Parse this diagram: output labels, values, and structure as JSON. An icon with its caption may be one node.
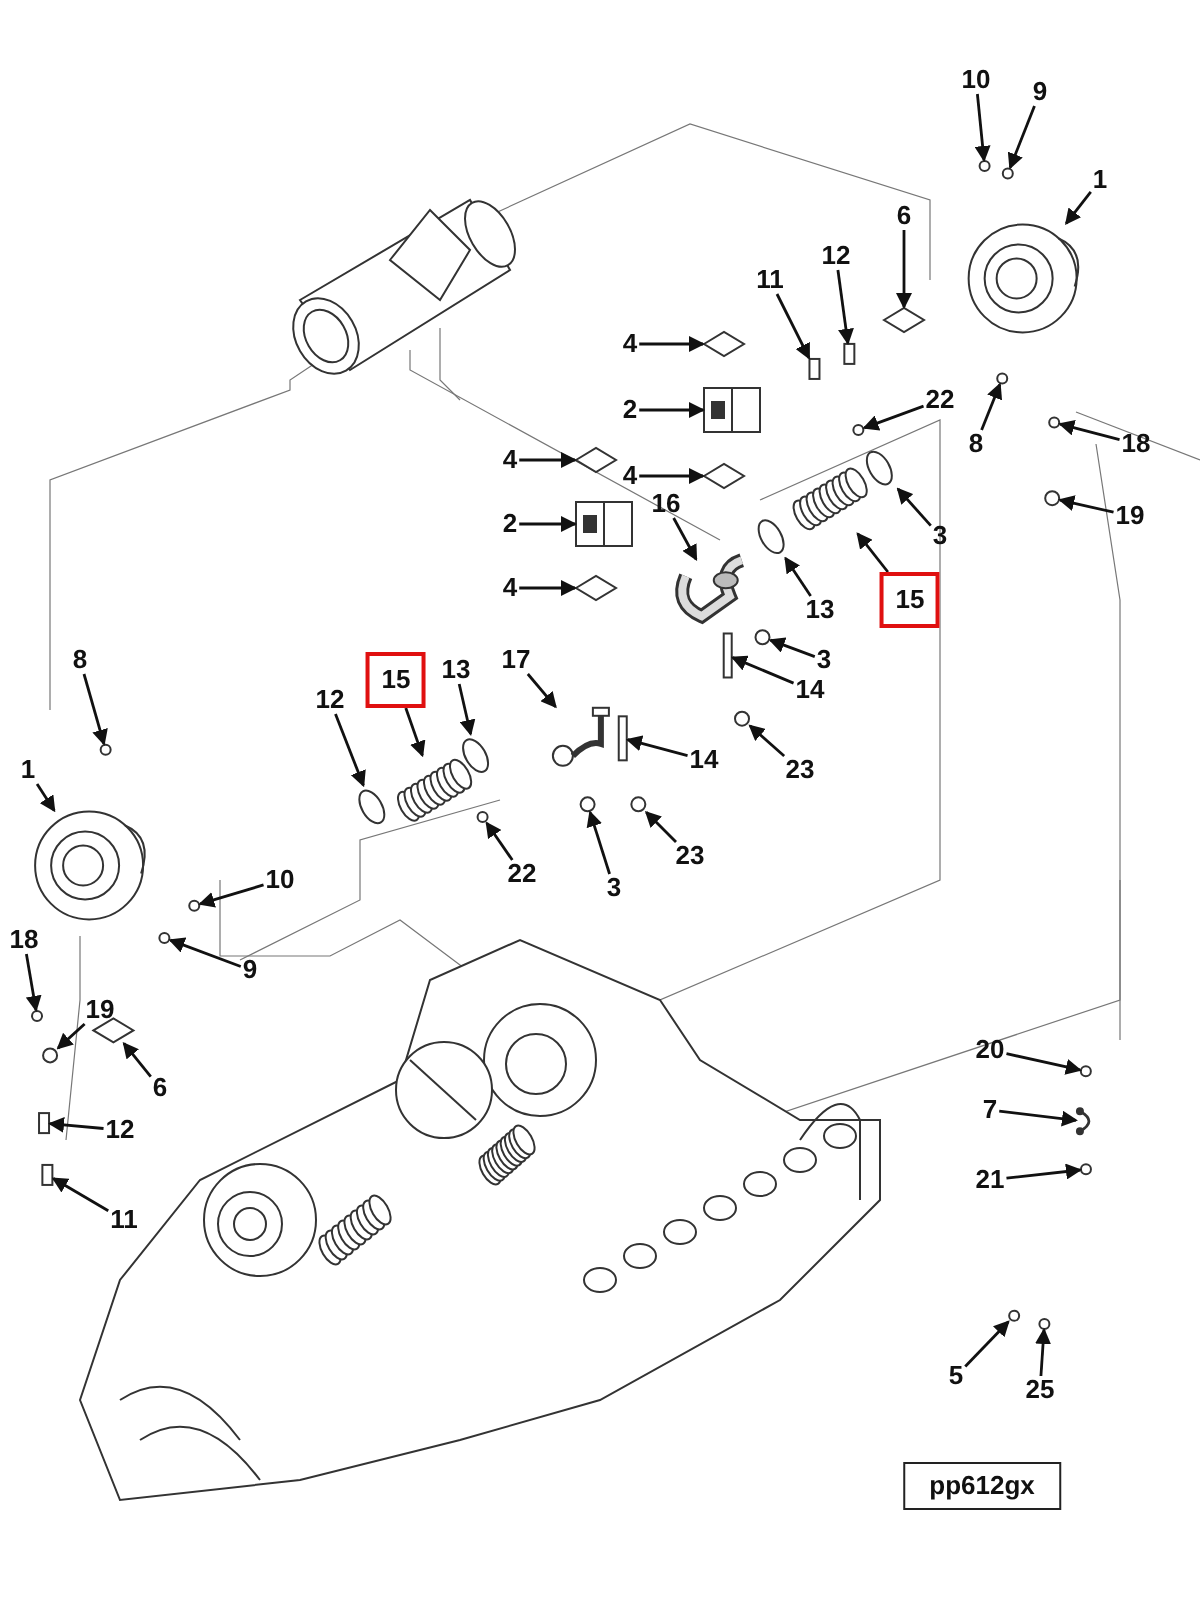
{
  "diagram": {
    "nodes": [
      {
        "text": [
          "10"
        ]
      },
      {
        "text": [
          "9"
        ]
      },
      {
        "text": [
          "1"
        ]
      },
      {
        "text": [
          "6"
        ]
      },
      {
        "text": [
          "11"
        ]
      },
      {
        "text": [
          "12"
        ]
      },
      {
        "text": [
          "8"
        ]
      },
      {
        "text": [
          "22"
        ]
      },
      {
        "text": [
          "18"
        ]
      },
      {
        "text": [
          "19"
        ]
      },
      {
        "text": [
          "4"
        ]
      },
      {
        "text": [
          "2"
        ]
      },
      {
        "text": [
          "4"
        ]
      },
      {
        "text": [
          "16"
        ]
      },
      {
        "text": [
          "15"
        ]
      },
      {
        "text": [
          "3"
        ]
      },
      {
        "text": [
          "13"
        ]
      },
      {
        "text": [
          "3"
        ]
      },
      {
        "text": [
          "14"
        ]
      },
      {
        "text": [
          "23"
        ]
      },
      {
        "text": [
          "4"
        ]
      },
      {
        "text": [
          "2"
        ]
      },
      {
        "text": [
          "4"
        ]
      },
      {
        "text": [
          "17"
        ]
      },
      {
        "text": [
          "13"
        ]
      },
      {
        "text": [
          "15"
        ]
      },
      {
        "text": [
          "12"
        ]
      },
      {
        "text": [
          "14"
        ]
      },
      {
        "text": [
          "23"
        ]
      },
      {
        "text": [
          "22"
        ]
      },
      {
        "text": [
          "3"
        ]
      },
      {
        "text": [
          "8"
        ]
      },
      {
        "text": [
          "1"
        ]
      },
      {
        "text": [
          "18"
        ]
      },
      {
        "text": [
          "19"
        ]
      },
      {
        "text": [
          "10"
        ]
      },
      {
        "text": [
          "9"
        ]
      },
      {
        "text": [
          "6"
        ]
      },
      {
        "text": [
          "12"
        ]
      },
      {
        "text": [
          "11"
        ]
      },
      {
        "text": [
          "20"
        ]
      },
      {
        "text": [
          "7"
        ]
      },
      {
        "text": [
          "21"
        ]
      },
      {
        "text": [
          "5"
        ]
      },
      {
        "text": [
          "25"
        ]
      },
      {
        "text": [
          "pp612gx"
        ]
      },
      {
        "text": [],
        "shape": "circle"
      },
      {
        "text": [],
        "shape": "circle"
      },
      {
        "text": [],
        "shape": "picture"
      },
      {
        "text": [],
        "shape": "diamond"
      },
      {
        "text": [],
        "shape": "bar"
      },
      {
        "text": [],
        "shape": "bar"
      },
      {
        "text": [],
        "shape": "circle"
      },
      {
        "text": [],
        "shape": "circle"
      },
      {
        "text": [],
        "shape": "circle"
      },
      {
        "text": [],
        "shape": "circle"
      },
      {
        "text": [],
        "shape": "diamond"
      },
      {
        "text": [],
        "shape": "box"
      },
      {
        "text": [],
        "shape": "diamond"
      },
      {
        "text": [],
        "shape": "pipe"
      },
      {
        "text": [],
        "shape": "picture"
      },
      {
        "text": [],
        "shape": "circle"
      },
      {
        "text": [],
        "shape": "circle"
      },
      {
        "text": [],
        "shape": "circle"
      },
      {
        "text": [],
        "shape": "bar"
      },
      {
        "text": [],
        "shape": "circle"
      },
      {
        "text": [],
        "shape": "diamond"
      },
      {
        "text": [],
        "shape": "box"
      },
      {
        "text": [],
        "shape": "diamond"
      },
      {
        "text": [],
        "shape": "pipe"
      },
      {
        "text": [],
        "shape": "circle"
      },
      {
        "text": [],
        "shape": "picture"
      },
      {
        "text": [],
        "shape": "circle"
      },
      {
        "text": [],
        "shape": "bar"
      },
      {
        "text": [],
        "shape": "circle"
      },
      {
        "text": [],
        "shape": "circle"
      },
      {
        "text": [],
        "shape": "circle"
      },
      {
        "text": [],
        "shape": "circle"
      },
      {
        "text": [],
        "shape": "picture"
      },
      {
        "text": [],
        "shape": "circle"
      },
      {
        "text": [],
        "shape": "circle"
      },
      {
        "text": [],
        "shape": "circle"
      },
      {
        "text": [],
        "shape": "circle"
      },
      {
        "text": [],
        "shape": "diamond"
      },
      {
        "text": [],
        "shape": "bar"
      },
      {
        "text": [],
        "shape": "bar"
      },
      {
        "text": [],
        "shape": "circle"
      },
      {
        "text": [],
        "shape": "picture"
      },
      {
        "text": [],
        "shape": "circle"
      },
      {
        "text": [],
        "shape": "circle"
      },
      {
        "text": [],
        "shape": "circle"
      }
    ],
    "edges": [
      {
        "from": 0,
        "to": 46,
        "arrow": "to"
      },
      {
        "from": 1,
        "to": 47,
        "arrow": "to"
      },
      {
        "from": 2,
        "to": 48,
        "arrow": "to"
      },
      {
        "from": 3,
        "to": 49,
        "arrow": "to"
      },
      {
        "from": 4,
        "to": 50,
        "arrow": "to"
      },
      {
        "from": 5,
        "to": 51,
        "arrow": "to"
      },
      {
        "from": 6,
        "to": 52,
        "arrow": "to"
      },
      {
        "from": 7,
        "to": 53,
        "arrow": "to"
      },
      {
        "from": 8,
        "to": 54,
        "arrow": "to"
      },
      {
        "from": 9,
        "to": 55,
        "arrow": "to"
      },
      {
        "from": 10,
        "to": 56,
        "arrow": "to"
      },
      {
        "from": 11,
        "to": 57,
        "arrow": "to"
      },
      {
        "from": 12,
        "to": 58,
        "arrow": "to"
      },
      {
        "from": 13,
        "to": 59,
        "arrow": "to"
      },
      {
        "from": 14,
        "to": 60,
        "arrow": "to"
      },
      {
        "from": 15,
        "to": 61,
        "arrow": "to"
      },
      {
        "from": 16,
        "to": 62,
        "arrow": "to"
      },
      {
        "from": 17,
        "to": 63,
        "arrow": "to"
      },
      {
        "from": 18,
        "to": 64,
        "arrow": "to"
      },
      {
        "from": 19,
        "to": 65,
        "arrow": "to"
      },
      {
        "from": 20,
        "to": 66,
        "arrow": "to"
      },
      {
        "from": 21,
        "to": 67,
        "arrow": "to"
      },
      {
        "from": 22,
        "to": 68,
        "arrow": "to"
      },
      {
        "from": 23,
        "to": 69,
        "arrow": "to"
      },
      {
        "from": 24,
        "to": 70,
        "arrow": "to"
      },
      {
        "from": 25,
        "to": 71,
        "arrow": "to"
      },
      {
        "from": 26,
        "to": 72,
        "arrow": "to"
      },
      {
        "from": 27,
        "to": 73,
        "arrow": "to"
      },
      {
        "from": 28,
        "to": 74,
        "arrow": "to"
      },
      {
        "from": 29,
        "to": 75,
        "arrow": "to"
      },
      {
        "from": 30,
        "to": 76,
        "arrow": "to"
      },
      {
        "from": 31,
        "to": 77,
        "arrow": "to"
      },
      {
        "from": 32,
        "to": 78,
        "arrow": "to"
      },
      {
        "from": 33,
        "to": 79,
        "arrow": "to"
      },
      {
        "from": 34,
        "to": 80,
        "arrow": "to"
      },
      {
        "from": 35,
        "to": 81,
        "arrow": "to"
      },
      {
        "from": 36,
        "to": 82,
        "arrow": "to"
      },
      {
        "from": 37,
        "to": 83,
        "arrow": "to"
      },
      {
        "from": 38,
        "to": 84,
        "arrow": "to"
      },
      {
        "from": 39,
        "to": 85,
        "arrow": "to"
      },
      {
        "from": 40,
        "to": 86,
        "arrow": "to"
      },
      {
        "from": 41,
        "to": 87,
        "arrow": "to"
      },
      {
        "from": 42,
        "to": 88,
        "arrow": "to"
      },
      {
        "from": 43,
        "to": 89,
        "arrow": "to"
      },
      {
        "from": 44,
        "to": 90,
        "arrow": "to"
      }
    ]
  }
}
